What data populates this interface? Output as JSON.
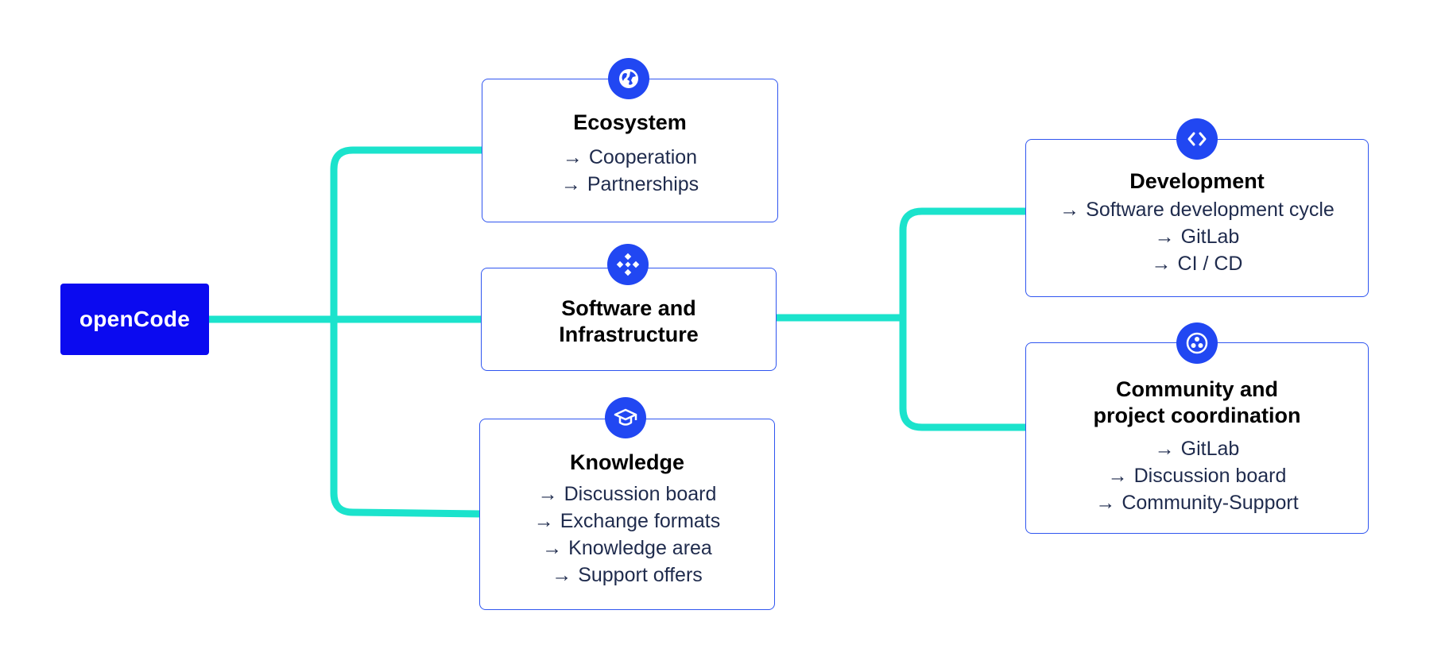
{
  "colors": {
    "root_bg": "#0b0af0",
    "connector": "#1be3cc",
    "box_border": "#2f55f0",
    "badge": "#2147f2",
    "item_text": "#1f2b4d"
  },
  "root": {
    "label": "openCode"
  },
  "arrow_glyph": "→",
  "nodes": {
    "ecosystem": {
      "icon": "globe-icon",
      "title": "Ecosystem",
      "items": [
        "Cooperation",
        "Partnerships"
      ]
    },
    "software": {
      "icon": "components-icon",
      "title_line1": "Software and",
      "title_line2": "Infrastructure"
    },
    "knowledge": {
      "icon": "graduation-cap-icon",
      "title": "Knowledge",
      "items": [
        "Discussion board",
        "Exchange formats",
        "Knowledge area",
        "Support offers"
      ]
    },
    "development": {
      "icon": "code-icon",
      "title": "Development",
      "items": [
        "Software development cycle",
        "GitLab",
        "CI / CD"
      ]
    },
    "community": {
      "icon": "community-icon",
      "title_line1": "Community and",
      "title_line2": "project coordination",
      "items": [
        "GitLab",
        "Discussion board",
        "Community-Support"
      ]
    }
  }
}
